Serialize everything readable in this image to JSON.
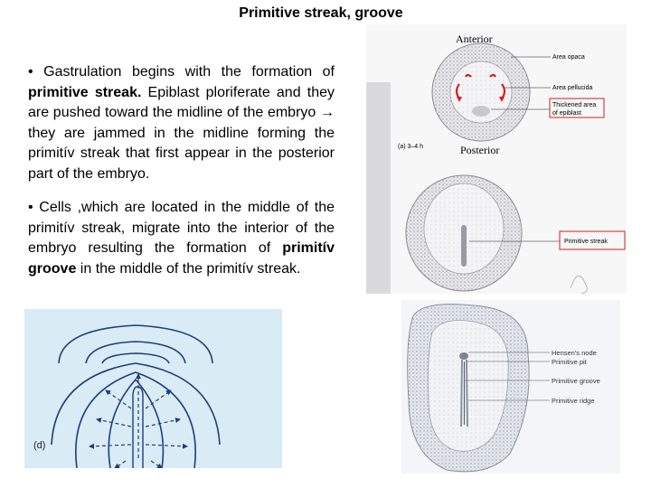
{
  "slide": {
    "title": "Primitive streak, groove",
    "para1": {
      "t1": "• Gastrulation begins with the formation of ",
      "t2": "primitive streak.",
      "t3": " Epiblast ploriferate and they are pushed toward the midline of the embryo → they are jammed in the midline forming the primitív streak that first appear in the posterior part of the embryo."
    },
    "para2": {
      "t1": "• Cells ,which are located in the middle of the primitív streak, migrate into the interior of the embryo resulting the formation of ",
      "t2": "primitív groove",
      "t3": " in the middle of the primitív streak."
    }
  },
  "figure_a": {
    "anterior": "Anterior",
    "posterior": "Posterior",
    "stage": "(a) 3–4 h",
    "labels": {
      "area_opaca": "Area opaca",
      "area_pellucida": "Area pellucida",
      "thickened_1": "Thickened area",
      "thickened_2": "of epiblast",
      "primitive_streak": "Primitive streak"
    },
    "colors": {
      "callout_box": "#d9332b",
      "arrows": "#d32020"
    }
  },
  "figure_d": {
    "stage": "(d)"
  },
  "figure_c": {
    "labels": {
      "hensens_node": "Hensen's node",
      "primitive_pit": "Primitive pit",
      "primitive_groove": "Primitive groove",
      "primitive_ridge": "Primitive ridge"
    }
  }
}
